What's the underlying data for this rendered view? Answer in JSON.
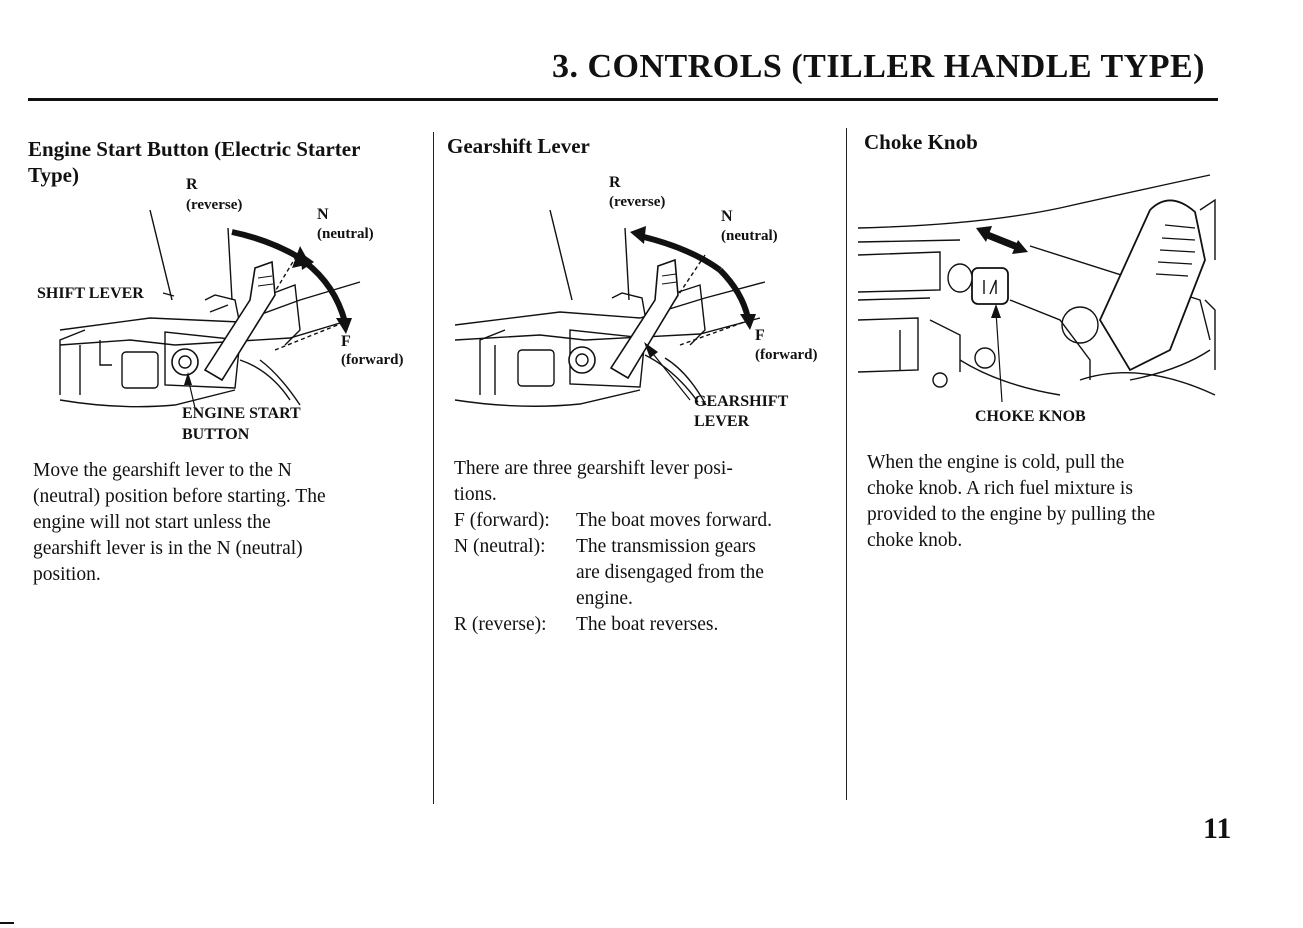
{
  "header": {
    "title": "3. CONTROLS (TILLER HANDLE TYPE)"
  },
  "page_number": "11",
  "col1": {
    "title_line1": "Engine Start Button (Electric Starter",
    "title_line2": "Type)",
    "figure_labels": {
      "r": "R",
      "reverse": "(reverse)",
      "n": "N",
      "neutral": "(neutral)",
      "shift_lever": "SHIFT LEVER",
      "f": "F",
      "forward": "(forward)",
      "engine_start": "ENGINE START",
      "button": "BUTTON"
    },
    "body": [
      "Move the gearshift lever to the N",
      "(neutral) position before starting.  The",
      "engine will not start unless the",
      "gearshift lever is in the N (neutral)",
      "position."
    ]
  },
  "col2": {
    "title": "Gearshift Lever",
    "figure_labels": {
      "r": "R",
      "reverse": "(reverse)",
      "n": "N",
      "neutral": "(neutral)",
      "f": "F",
      "forward": "(forward)",
      "gearshift": "GEARSHIFT",
      "lever": "LEVER"
    },
    "intro_line1": "There are three gearshift lever posi-",
    "intro_line2": "tions.",
    "positions": [
      {
        "key": "F (forward):",
        "lines": [
          "The boat moves forward."
        ]
      },
      {
        "key": "N (neutral):",
        "lines": [
          "The transmission gears",
          "are disengaged from the",
          "engine."
        ]
      },
      {
        "key": "R (reverse):",
        "lines": [
          "The boat reverses."
        ]
      }
    ]
  },
  "col3": {
    "title": "Choke Knob",
    "figure_labels": {
      "choke_knob": "CHOKE KNOB"
    },
    "body": [
      "When the engine is cold, pull the",
      "choke knob. A rich fuel mixture is",
      "provided to the engine by pulling the",
      "choke knob."
    ]
  }
}
